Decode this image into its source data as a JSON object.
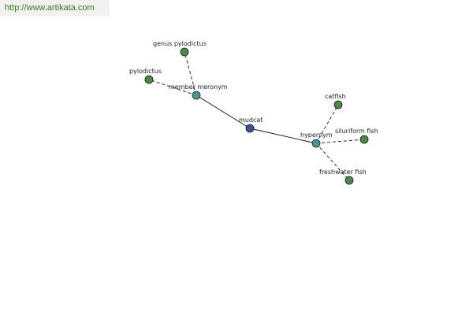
{
  "banner": {
    "url_text": "http://www.artikata.com"
  },
  "colors": {
    "center_node": "#3f4f91",
    "relation_node": "#4a9591",
    "leaf_node": "#4a8a45"
  },
  "graph": {
    "nodes": [
      {
        "id": "mudcat",
        "label": "mudcat",
        "kind": "center"
      },
      {
        "id": "member_meronym",
        "label": "member meronym",
        "kind": "relation"
      },
      {
        "id": "hypernym",
        "label": "hypernym",
        "kind": "relation"
      },
      {
        "id": "genus_pylodictus",
        "label": "genus pylodictus",
        "kind": "leaf"
      },
      {
        "id": "pylodictus",
        "label": "pylodictus",
        "kind": "leaf"
      },
      {
        "id": "catfish",
        "label": "catfish",
        "kind": "leaf"
      },
      {
        "id": "siluriform_fish",
        "label": "siluriform fish",
        "kind": "leaf"
      },
      {
        "id": "freshwater_fish",
        "label": "freshwater fish",
        "kind": "leaf"
      }
    ],
    "edges": [
      {
        "from": "mudcat",
        "to": "member_meronym",
        "style": "solid"
      },
      {
        "from": "mudcat",
        "to": "hypernym",
        "style": "solid"
      },
      {
        "from": "member_meronym",
        "to": "genus_pylodictus",
        "style": "dashed"
      },
      {
        "from": "member_meronym",
        "to": "pylodictus",
        "style": "dashed"
      },
      {
        "from": "hypernym",
        "to": "catfish",
        "style": "dashed"
      },
      {
        "from": "hypernym",
        "to": "siluriform_fish",
        "style": "dashed"
      },
      {
        "from": "hypernym",
        "to": "freshwater_fish",
        "style": "dashed"
      }
    ]
  }
}
